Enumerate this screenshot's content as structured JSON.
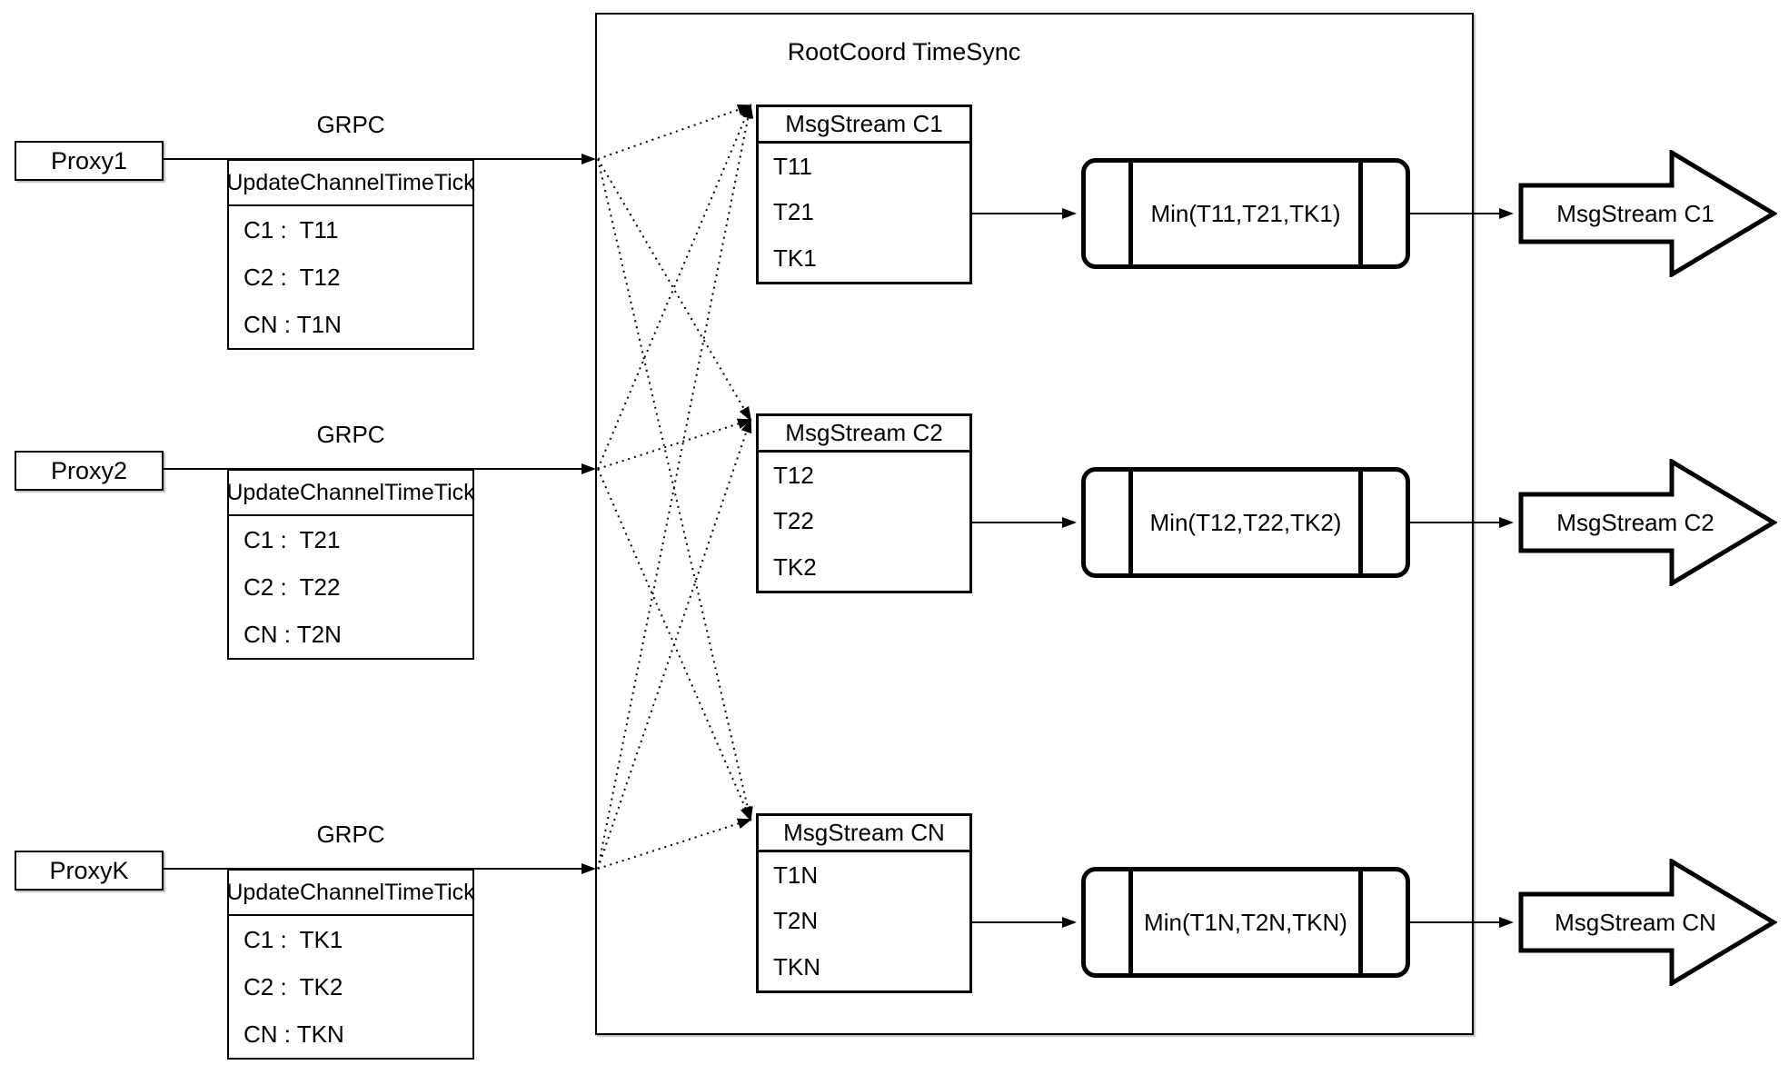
{
  "diagram": {
    "container_title": "RootCoord TimeSync",
    "grpc_label": "GRPC",
    "line_color": "#000000",
    "background_color": "#ffffff",
    "proxies": [
      {
        "name": "Proxy1",
        "table": {
          "header": "UpdateChannelTimeTick",
          "rows": [
            "C1 :  T11",
            "C2 :  T12",
            "CN : T1N"
          ]
        }
      },
      {
        "name": "Proxy2",
        "table": {
          "header": "UpdateChannelTimeTick",
          "rows": [
            "C1 :  T21",
            "C2 :  T22",
            "CN : T2N"
          ]
        }
      },
      {
        "name": "ProxyK",
        "table": {
          "header": "UpdateChannelTimeTick",
          "rows": [
            "C1 :  TK1",
            "C2 :  TK2",
            "CN : TKN"
          ]
        }
      }
    ],
    "streams": [
      {
        "header": "MsgStream C1",
        "rows": [
          "T11",
          "T21",
          "TK1"
        ],
        "min_label": "Min(T11,T21,TK1)",
        "out_label": "MsgStream C1"
      },
      {
        "header": "MsgStream C2",
        "rows": [
          "T12",
          "T22",
          "TK2"
        ],
        "min_label": "Min(T12,T22,TK2)",
        "out_label": "MsgStream C2"
      },
      {
        "header": "MsgStream CN",
        "rows": [
          "T1N",
          "T2N",
          "TKN"
        ],
        "min_label": "Min(T1N,T2N,TKN)",
        "out_label": "MsgStream CN"
      }
    ]
  }
}
